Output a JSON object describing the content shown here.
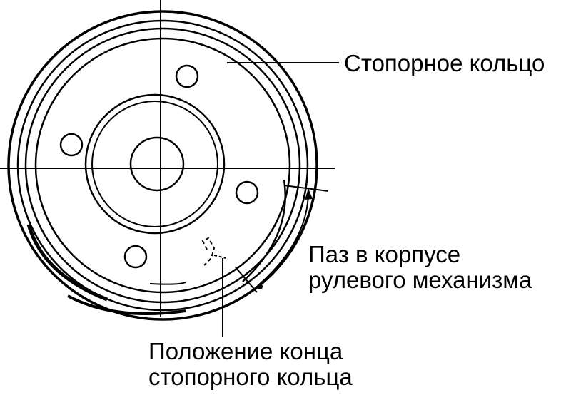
{
  "labels": {
    "retaining_ring": "Стопорное кольцо",
    "groove_line1": "Паз в корпусе",
    "groove_line2": "рулевого механизма",
    "ring_end_line1": "Положение конца",
    "ring_end_line2": "стопорного кольца"
  },
  "colors": {
    "ink": "#000000",
    "background": "#ffffff"
  }
}
